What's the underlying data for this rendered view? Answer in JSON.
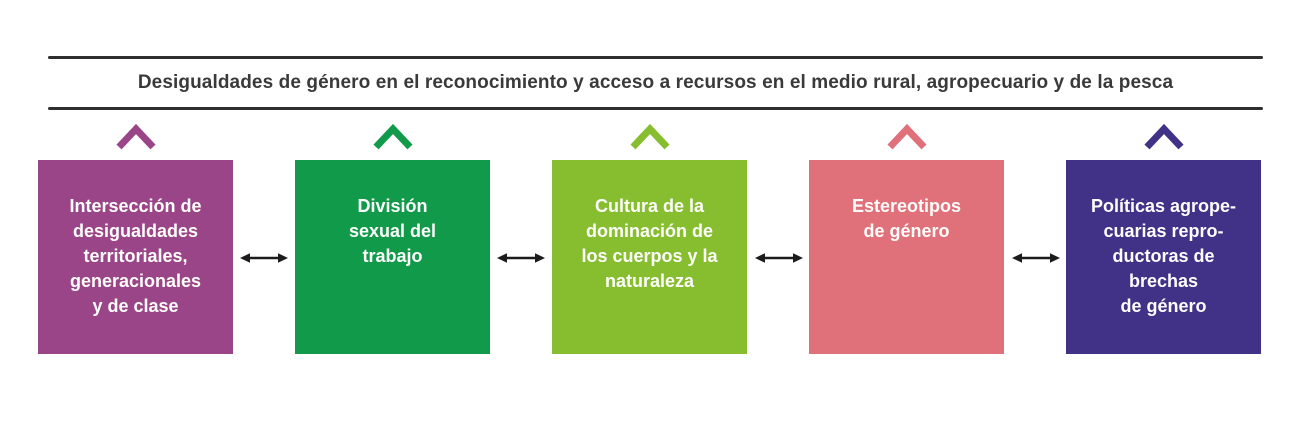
{
  "title": "Desigualdades de género en el reconocimiento y acceso a recursos en el medio rural, agropecuario y de la pesca",
  "colors": {
    "background": "#ffffff",
    "rule": "#2f2f2f",
    "title_text": "#3a3a3a",
    "arrow": "#1c1c1c",
    "box_text": "#fdfdfb"
  },
  "icons": {
    "chevron": "chevron-up",
    "connector": "double-headed-arrow"
  },
  "factors": [
    {
      "label": "Intersección de\ndesigualdades\nterritoriales,\ngeneracionales\ny de clase",
      "color": "#9a4588"
    },
    {
      "label": "División\nsexual del\ntrabajo",
      "color": "#129a4b"
    },
    {
      "label": "Cultura de la\ndominación de\nlos cuerpos y la\nnaturaleza",
      "color": "#87be2f"
    },
    {
      "label": "Estereotipos\nde género",
      "color": "#e0717a"
    },
    {
      "label": "Políticas agrope-\ncuarias repro-\nductoras de\nbrechas\nde género",
      "color": "#413287"
    }
  ]
}
